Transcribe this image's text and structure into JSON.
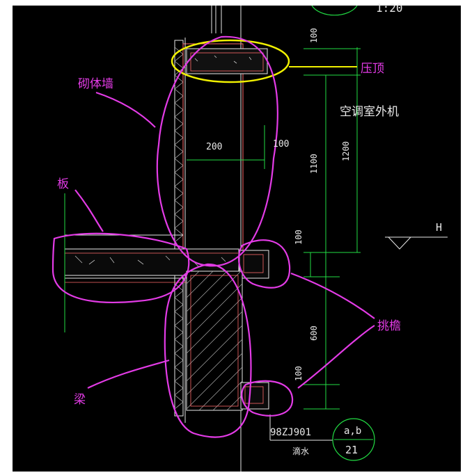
{
  "labels": {
    "masonry_wall": "砌体墙",
    "coping": "压顶",
    "ac_unit": "空调室外机",
    "slab": "板",
    "beam": "梁",
    "cornice": "挑檐",
    "level_h": "H"
  },
  "dimensions": {
    "top_100": "100",
    "width_200": "200",
    "side_100": "100",
    "height_1100": "1100",
    "height_1200": "1200",
    "mid_100": "100",
    "height_600": "600",
    "low_100": "100"
  },
  "detail_ref": {
    "std": "98ZJ901",
    "note": "滴水",
    "ref_top": "a,b",
    "ref_num": "21"
  },
  "scale_partial": "1:20",
  "colors": {
    "background": "#000000",
    "annotation": "#e33be6",
    "highlight": "#f0f000",
    "dimension": "#22dd44",
    "outline": "#ff6a6a",
    "line": "#e8e8e8"
  }
}
